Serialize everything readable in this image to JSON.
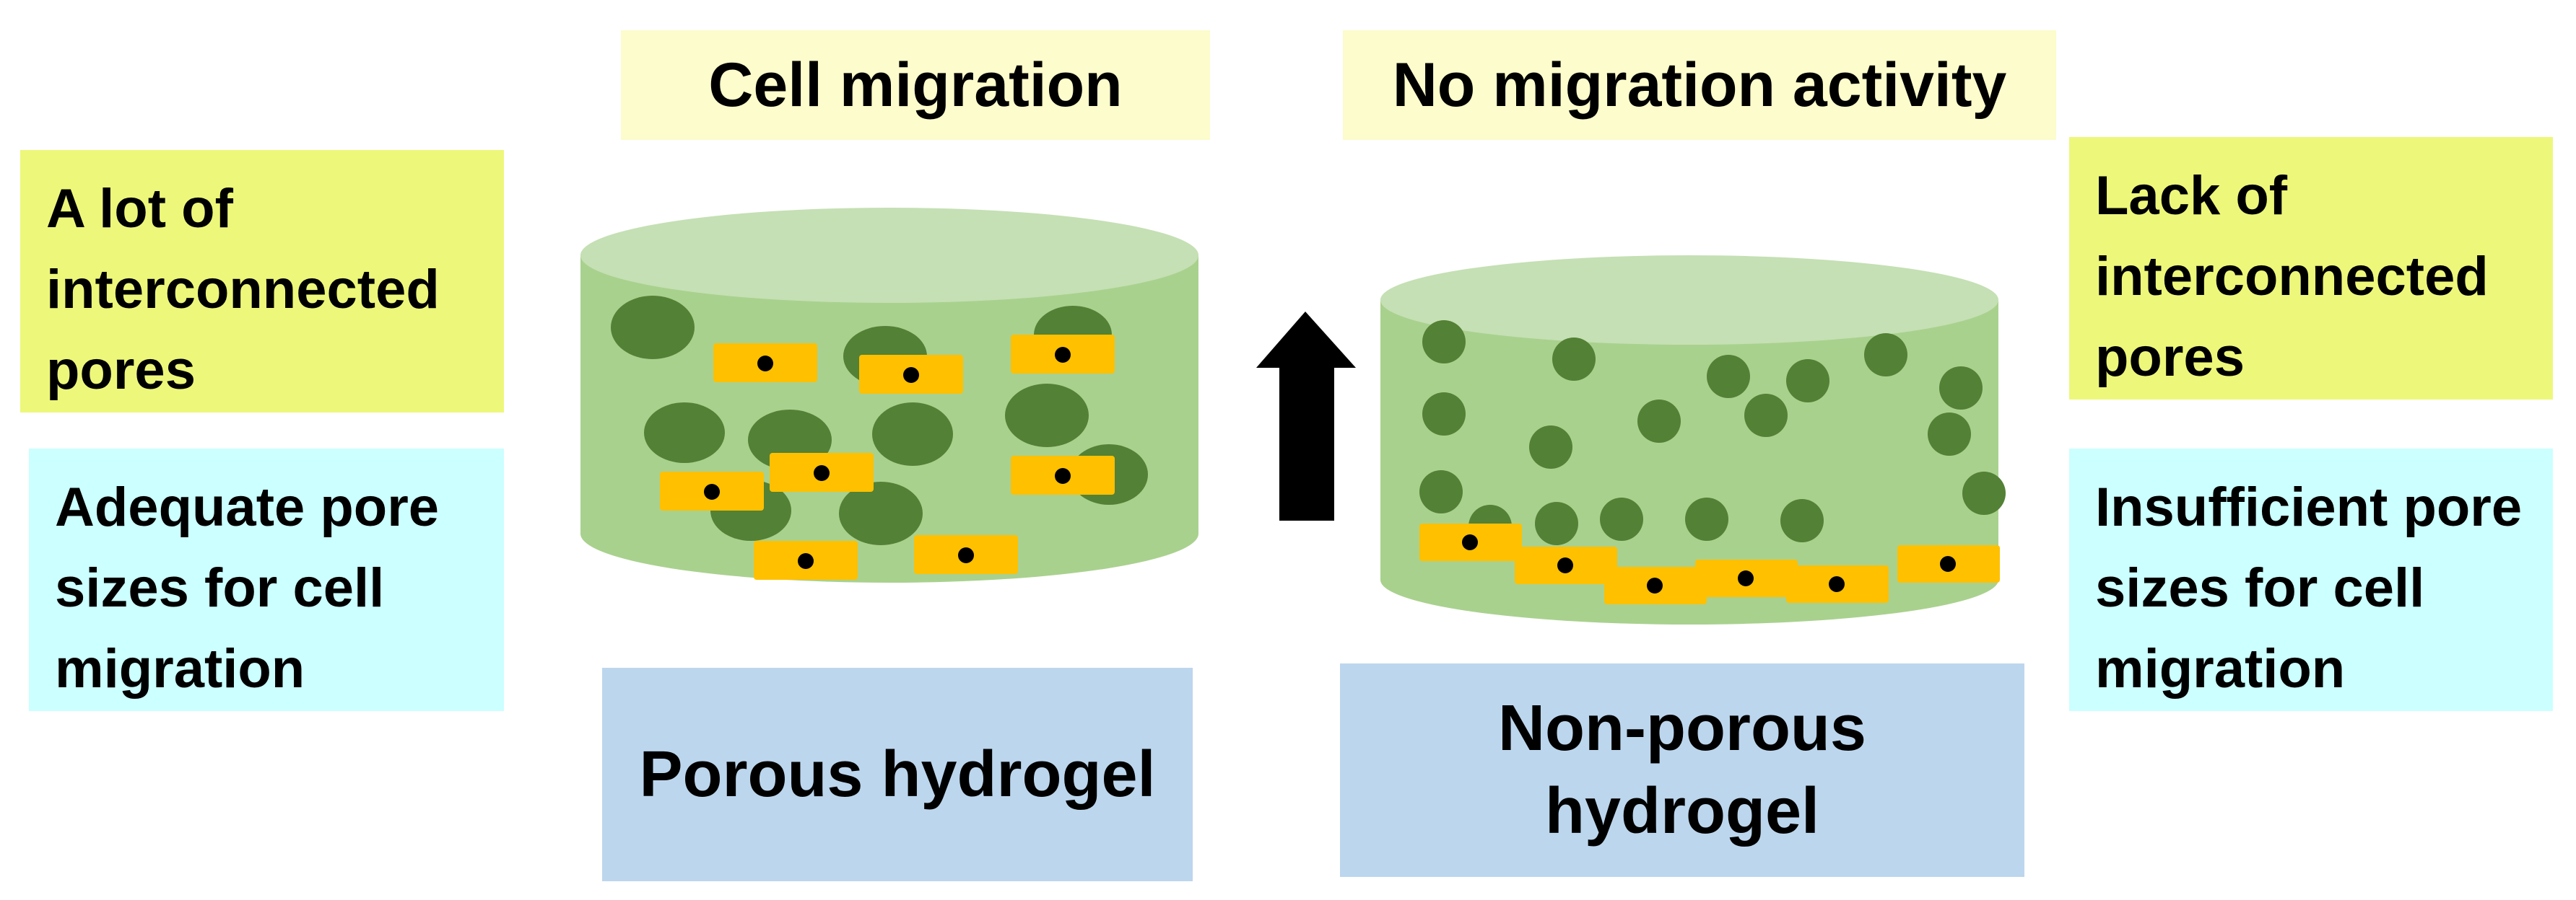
{
  "titles": {
    "left": "Cell migration",
    "right": "No migration activity"
  },
  "labels": {
    "left": "Porous hydrogel",
    "right": "Non-porous hydrogel"
  },
  "left_notes": {
    "top": "A lot of interconnected pores",
    "bottom": "Adequate pore sizes for cell migration"
  },
  "right_notes": {
    "top": "Lack of interconnected pores",
    "bottom": "Insufficient pore sizes for cell migration"
  },
  "colors": {
    "hydrogel_body": "#a9d18e",
    "hydrogel_top": "#c5e0b4",
    "pore": "#538135",
    "cell": "#ffc000",
    "nucleus": "#000000",
    "arrow": "#000000"
  }
}
